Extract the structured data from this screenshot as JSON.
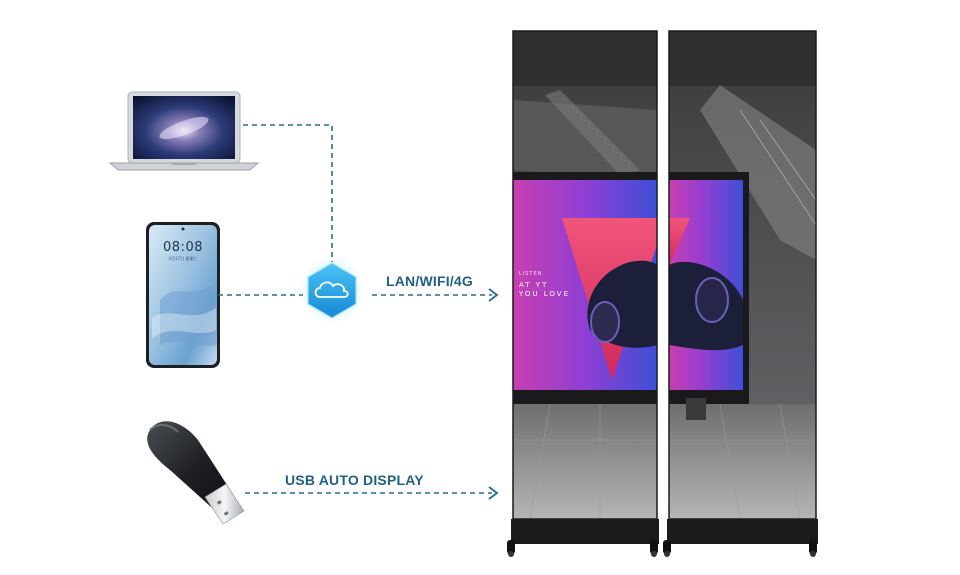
{
  "connections": {
    "network_label": "LAN/WIFI/4G",
    "usb_label": "USB AUTO DISPLAY"
  },
  "phone": {
    "time": "08:08",
    "date": "4月17日 星期三"
  },
  "screen_ad": {
    "small_text": "LISTEN",
    "big_text_line1": "AT YT",
    "big_text_line2": "YOU LOVE"
  },
  "colors": {
    "accent": "#1f5f88",
    "dashed_line": "#2a6a94",
    "cloud_hex": "#27a7e8"
  }
}
